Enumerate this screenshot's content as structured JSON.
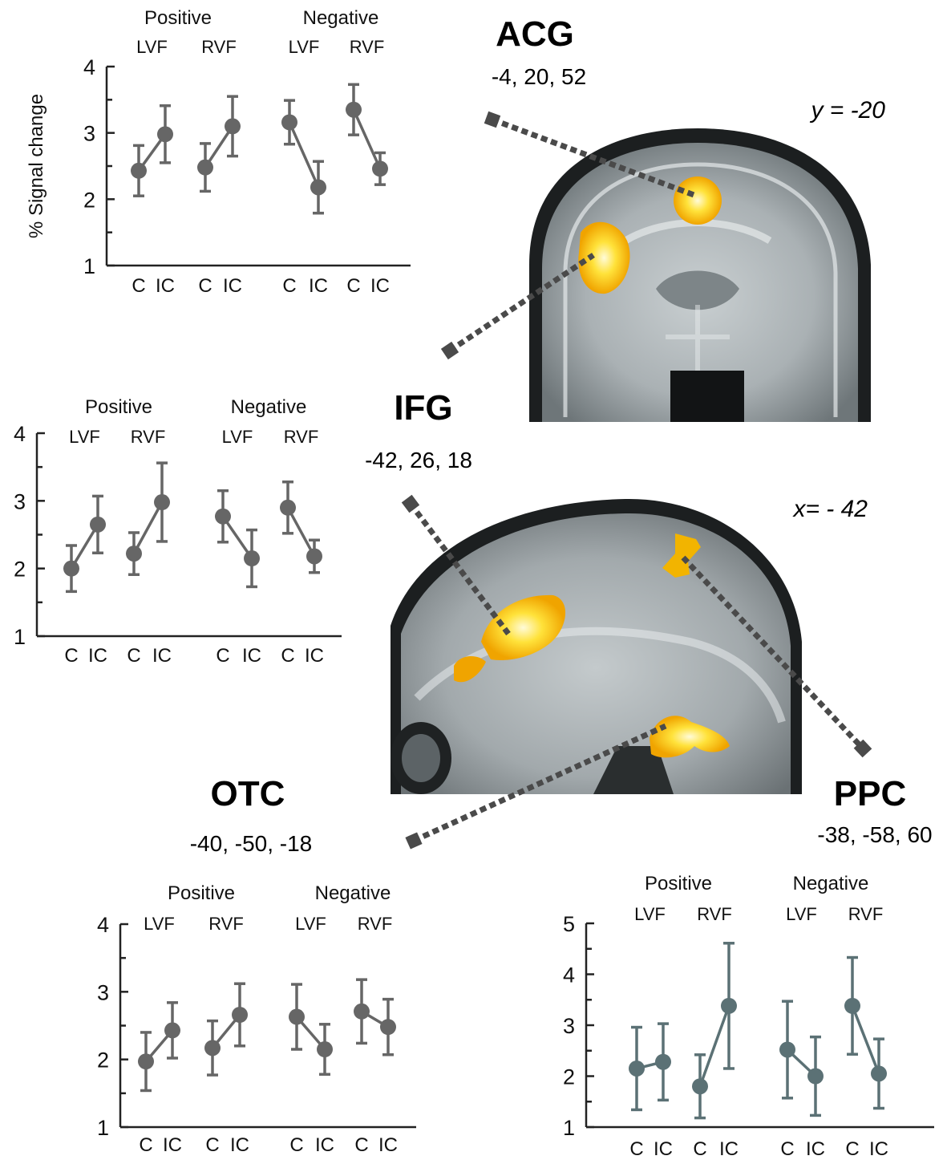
{
  "colors": {
    "grey_series": "#666666",
    "teal_series": "#5b7175",
    "axis": "#222222",
    "activation": "#f5c400",
    "leader": "#4a4a4a"
  },
  "regions": {
    "acg": {
      "name": "ACG",
      "coords": "-4, 20, 52"
    },
    "ifg": {
      "name": "IFG",
      "coords": "-42, 26, 18"
    },
    "otc": {
      "name": "OTC",
      "coords": "-40, -50, -18"
    },
    "ppc": {
      "name": "PPC",
      "coords": "-38, -58, 60"
    }
  },
  "slices": {
    "coronal": {
      "label": "y = -20"
    },
    "sagittal": {
      "label": "x= - 42"
    }
  },
  "chart_data": [
    {
      "region": "ACG",
      "type": "line",
      "ylabel": "% Signal change",
      "ylim": [
        1,
        4
      ],
      "yticks": [
        "1",
        "2",
        "3",
        "4"
      ],
      "valence_labels": [
        "Positive",
        "Negative"
      ],
      "field_labels": [
        "LVF",
        "RVF",
        "LVF",
        "RVF"
      ],
      "categories": [
        "C",
        "IC"
      ],
      "groups": [
        {
          "values": [
            2.43,
            2.98
          ],
          "errors": [
            0.38,
            0.43
          ]
        },
        {
          "values": [
            2.48,
            3.1
          ],
          "errors": [
            0.36,
            0.45
          ]
        },
        {
          "values": [
            3.16,
            2.18
          ],
          "errors": [
            0.33,
            0.39
          ]
        },
        {
          "values": [
            3.35,
            2.46
          ],
          "errors": [
            0.38,
            0.24
          ]
        }
      ]
    },
    {
      "region": "IFG",
      "type": "line",
      "ylabel": "",
      "ylim": [
        1,
        4
      ],
      "yticks": [
        "1",
        "2",
        "3",
        "4"
      ],
      "valence_labels": [
        "Positive",
        "Negative"
      ],
      "field_labels": [
        "LVF",
        "RVF",
        "LVF",
        "RVF"
      ],
      "categories": [
        "C",
        "IC"
      ],
      "groups": [
        {
          "values": [
            2.0,
            2.65
          ],
          "errors": [
            0.34,
            0.42
          ]
        },
        {
          "values": [
            2.22,
            2.98
          ],
          "errors": [
            0.31,
            0.58
          ]
        },
        {
          "values": [
            2.77,
            2.15
          ],
          "errors": [
            0.38,
            0.42
          ]
        },
        {
          "values": [
            2.9,
            2.18
          ],
          "errors": [
            0.38,
            0.24
          ]
        }
      ]
    },
    {
      "region": "OTC",
      "type": "line",
      "ylabel": "",
      "ylim": [
        1,
        4
      ],
      "yticks": [
        "1",
        "2",
        "3",
        "4"
      ],
      "valence_labels": [
        "Positive",
        "Negative"
      ],
      "field_labels": [
        "LVF",
        "RVF",
        "LVF",
        "RVF"
      ],
      "categories": [
        "C",
        "IC"
      ],
      "groups": [
        {
          "values": [
            1.97,
            2.43
          ],
          "errors": [
            0.43,
            0.41
          ]
        },
        {
          "values": [
            2.17,
            2.66
          ],
          "errors": [
            0.4,
            0.46
          ]
        },
        {
          "values": [
            2.63,
            2.15
          ],
          "errors": [
            0.48,
            0.37
          ]
        },
        {
          "values": [
            2.71,
            2.48
          ],
          "errors": [
            0.47,
            0.41
          ]
        }
      ]
    },
    {
      "region": "PPC",
      "type": "line",
      "ylabel": "",
      "ylim": [
        1,
        5
      ],
      "yticks": [
        "1",
        "2",
        "3",
        "4",
        "5"
      ],
      "valence_labels": [
        "Positive",
        "Negative"
      ],
      "field_labels": [
        "LVF",
        "RVF",
        "LVF",
        "RVF"
      ],
      "categories": [
        "C",
        "IC"
      ],
      "groups": [
        {
          "values": [
            2.15,
            2.28
          ],
          "errors": [
            0.81,
            0.75
          ]
        },
        {
          "values": [
            1.8,
            3.38
          ],
          "errors": [
            0.62,
            1.23
          ]
        },
        {
          "values": [
            2.52,
            2.0
          ],
          "errors": [
            0.95,
            0.77
          ]
        },
        {
          "values": [
            3.38,
            2.05
          ],
          "errors": [
            0.95,
            0.68
          ]
        }
      ]
    }
  ]
}
